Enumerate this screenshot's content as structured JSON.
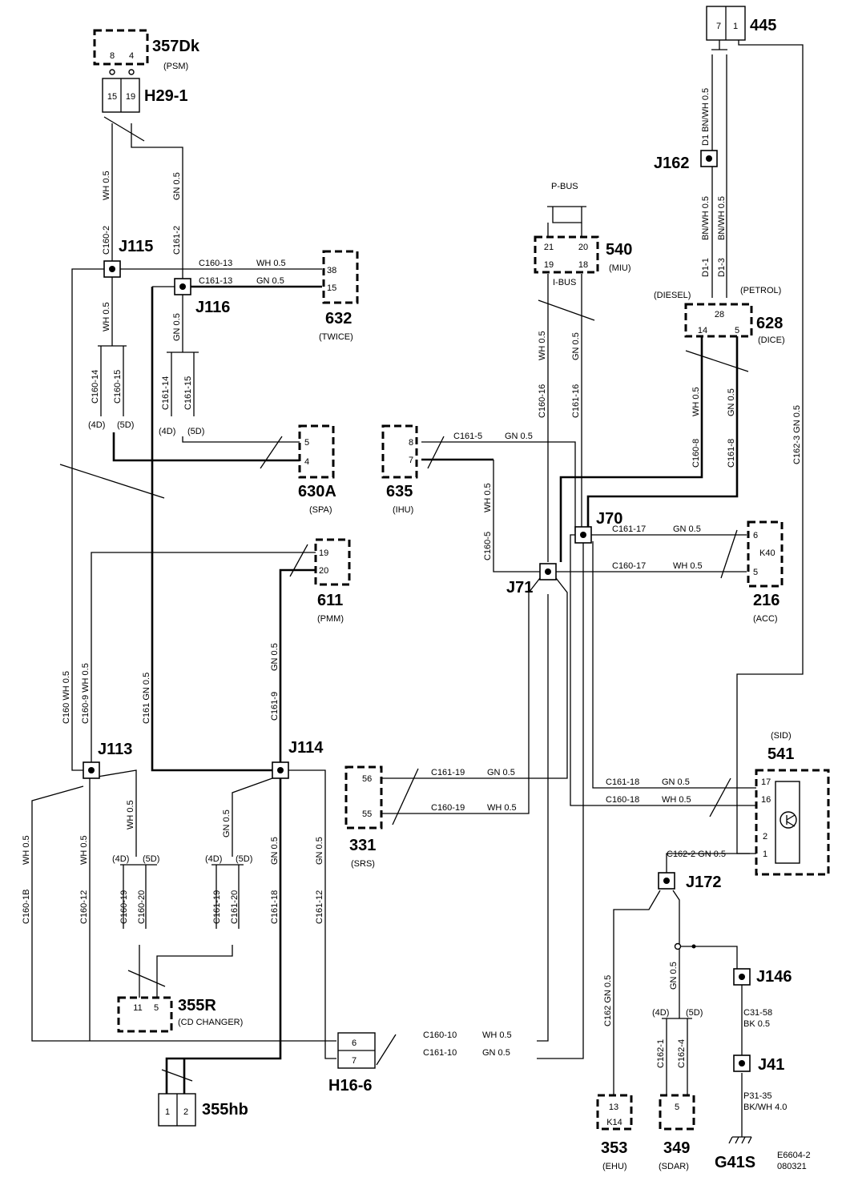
{
  "components": {
    "c357dk": {
      "id": "357Dk",
      "sub": "(PSM)",
      "pins": [
        "8",
        "4"
      ]
    },
    "h29_1": {
      "id": "H29-1",
      "pins": [
        "15",
        "19"
      ]
    },
    "c445": {
      "id": "445",
      "pins": [
        "7",
        "1"
      ]
    },
    "j162": {
      "id": "J162"
    },
    "c540": {
      "id": "540",
      "sub": "(MIU)",
      "pins": [
        "21",
        "20",
        "19",
        "18"
      ],
      "bus_top": "P-BUS",
      "bus_bottom": "I-BUS"
    },
    "c632": {
      "id": "632",
      "sub": "(TWICE)",
      "pins": [
        "38",
        "15"
      ]
    },
    "j115": {
      "id": "J115"
    },
    "j116": {
      "id": "J116"
    },
    "c628": {
      "id": "628",
      "sub": "(DICE)",
      "pins": [
        "28",
        "14",
        "5"
      ],
      "diesel": "(DIESEL)",
      "petrol": "(PETROL)"
    },
    "c630a": {
      "id": "630A",
      "sub": "(SPA)",
      "pins": [
        "5",
        "4"
      ]
    },
    "c635": {
      "id": "635",
      "sub": "(IHU)",
      "pins": [
        "8",
        "7"
      ]
    },
    "j70": {
      "id": "J70"
    },
    "c216": {
      "id": "216",
      "sub": "(ACC)",
      "pins": [
        "6",
        "5"
      ],
      "inner": "K40"
    },
    "c611": {
      "id": "611",
      "sub": "(PMM)",
      "pins": [
        "19",
        "20"
      ]
    },
    "j71": {
      "id": "J71"
    },
    "j113": {
      "id": "J113"
    },
    "j114": {
      "id": "J114"
    },
    "c541": {
      "id": "541",
      "sub": "(SID)",
      "pins": [
        "17",
        "16",
        "2",
        "1"
      ]
    },
    "c331": {
      "id": "331",
      "sub": "(SRS)",
      "pins": [
        "56",
        "55"
      ]
    },
    "j172": {
      "id": "J172"
    },
    "c355r": {
      "id": "355R",
      "sub": "(CD CHANGER)",
      "pins": [
        "11",
        "5"
      ]
    },
    "j146": {
      "id": "J146"
    },
    "j41": {
      "id": "J41"
    },
    "h16_6": {
      "id": "H16-6",
      "pins": [
        "6",
        "7"
      ]
    },
    "c355hb": {
      "id": "355hb",
      "pins": [
        "1",
        "2"
      ]
    },
    "c353": {
      "id": "353",
      "sub": "(EHU)",
      "pins": [
        "13"
      ],
      "inner": "K14"
    },
    "c349": {
      "id": "349",
      "sub": "(SDAR)",
      "pins": [
        "5"
      ]
    },
    "g41s": {
      "id": "G41S"
    }
  },
  "wire_labels": {
    "w1": "WH  0.5",
    "w2": "GN  0.5",
    "w3": "C160-2",
    "w4": "C161-2",
    "w5": "C160-13",
    "w6": "WH  0.5",
    "w7": "C161-13",
    "w8": "GN  0.5",
    "w9": "WH  0.5",
    "w10": "GN  0.5",
    "w11": "C160-14",
    "w12": "C160-15",
    "w13": "(4D)",
    "w14": "(5D)",
    "w15": "C161-14",
    "w16": "C161-15",
    "w17": "(4D)",
    "w18": "(5D)",
    "w19": "D1  BN/WH  0.5",
    "w20": "BN/WH  0.5",
    "w21": "BN/WH  0.5",
    "w22": "D1-1",
    "w23": "D1-3",
    "w24": "WH  0.5",
    "w25": "GN  0.5",
    "w26": "C160-16",
    "w27": "C161-16",
    "w28": "C161-5",
    "w29": "GN  0.5",
    "w30": "WH  0.5",
    "w31": "C160-5",
    "w32": "WH  0.5",
    "w33": "GN  0.5",
    "w34": "C160-8",
    "w35": "C161-8",
    "w36": "C162-3  GN  0.5",
    "w37": "C161-17",
    "w38": "GN  0.5",
    "w39": "C160-17",
    "w40": "WH  0.5",
    "w41": "C160  WH  0.5",
    "w42": "C160-9  WH  0.5",
    "w43": "C161  GN  0.5",
    "w44": "GN  0.5",
    "w45": "C161-9",
    "w46": "C161-19",
    "w47": "GN  0.5",
    "w48": "C160-19",
    "w49": "WH  0.5",
    "w50": "C161-18",
    "w51": "GN  0.5",
    "w52": "C160-18",
    "w53": "WH  0.5",
    "w54": "C162-2  GN  0.5",
    "w55": "WH  0.5",
    "w56": "(4D)",
    "w57": "(5D)",
    "w58": "C160-19",
    "w59": "C160-20",
    "w60": "GN  0.5",
    "w61": "(4D)",
    "w62": "(5D)",
    "w63": "C161-19",
    "w64": "C161-20",
    "w65": "WH  0.5",
    "w66": "C160-1B",
    "w67": "WH  0.5",
    "w68": "C160-12",
    "w69": "GN  0.5",
    "w70": "C161-18",
    "w71": "GN  0.5",
    "w72": "C161-12",
    "w73": "C162  GN  0.5",
    "w74": "GN  0.5",
    "w75": "(4D)",
    "w76": "(5D)",
    "w77": "C162-1",
    "w78": "C162-4",
    "w79": "C31-58",
    "w80": "BK  0.5",
    "w81": "P31-35",
    "w82": "BK/WH    4.0",
    "w83": "C160-10",
    "w84": "WH  0.5",
    "w85": "C161-10",
    "w86": "GN  0.5"
  },
  "footer": {
    "ref1": "E6604-2",
    "ref2": "080321"
  }
}
